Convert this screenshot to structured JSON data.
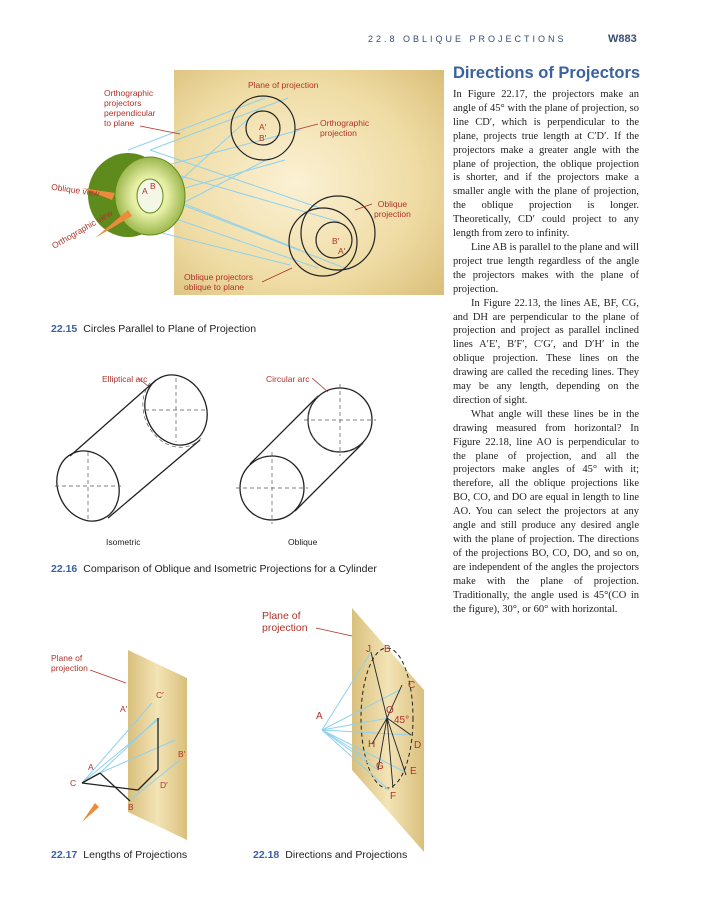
{
  "header": {
    "section": "22.8 OBLIQUE PROJECTIONS",
    "page": "W883"
  },
  "title": "Directions of Projectors",
  "paragraphs": [
    "In Figure 22.17, the projectors make an angle of 45° with the plane of projection, so line CD′, which is perpendicular to the plane, projects true length at C′D′. If the projectors make a greater angle with the plane of projection, the oblique projection is shorter, and if the projectors make a smaller angle with the plane of projection, the oblique projection is longer. Theoretically, CD′ could project to any length from zero to infinity.",
    "Line AB is parallel to the plane and will project true length regardless of the angle the projectors makes with the plane of projection.",
    "In Figure 22.13, the lines AE, BF, CG, and DH are perpendicular to the plane of projection and project as parallel inclined lines A′E′, B′F′, C′G′, and D′H′ in the oblique projection. These lines on the drawing are called the receding lines. They may be any length, depending on the direction of sight.",
    "What angle will these lines be in the drawing measured from horizontal? In Figure 22.18, line AO is perpendicular to the plane of projection, and all the projectors make angles of 45° with it; therefore, all the oblique projections like BO, CO, and DO are equal in length to line AO. You can select the projectors at any angle and still produce any desired angle with the plane of projection. The directions of the projections BO, CO, DO, and so on, are independent of the angles the projectors make with the plane of projection. Traditionally, the angle used is 45°(CO in the figure), 30°, or 60° with horizontal."
  ],
  "fig15": {
    "num": "22.15",
    "caption": "Circles Parallel to Plane of Projection",
    "labels": {
      "plane": "Plane of projection",
      "ortho_perp": "Orthographic\nprojectors\nperpendicular\nto plane",
      "ortho_proj": "Orthographic\nprojection",
      "oblique_proj": "Oblique\nprojection",
      "oblique_projectors": "Oblique projectors\noblique to plane",
      "oblique_view": "Oblique view",
      "ortho_view": "Orthographic view",
      "A": "A",
      "B": "B",
      "Av": "A′",
      "Bv": "B′",
      "Bp": "B′",
      "Ap": "A′"
    }
  },
  "fig16": {
    "num": "22.16",
    "caption": "Comparison of Oblique and Isometric Projections for a Cylinder",
    "labels": {
      "elliptical": "Elliptical arc",
      "circular": "Circular arc",
      "isometric": "Isometric",
      "oblique": "Oblique"
    }
  },
  "fig17": {
    "num": "22.17",
    "caption": "Lengths of Projections",
    "labels": {
      "plane": "Plane of\nprojection",
      "C2": "C′",
      "A2": "A′",
      "B2": "B′",
      "D2": "D′",
      "A": "A",
      "C": "C",
      "B": "B"
    }
  },
  "fig18": {
    "num": "22.18",
    "caption": "Directions and Projections",
    "labels": {
      "plane": "Plane of\nprojection",
      "J": "J",
      "B": "B",
      "C": "C",
      "O": "O",
      "deg": "45°",
      "A": "A",
      "H": "H",
      "D": "D",
      "G": "G",
      "E": "E",
      "F": "F"
    }
  }
}
